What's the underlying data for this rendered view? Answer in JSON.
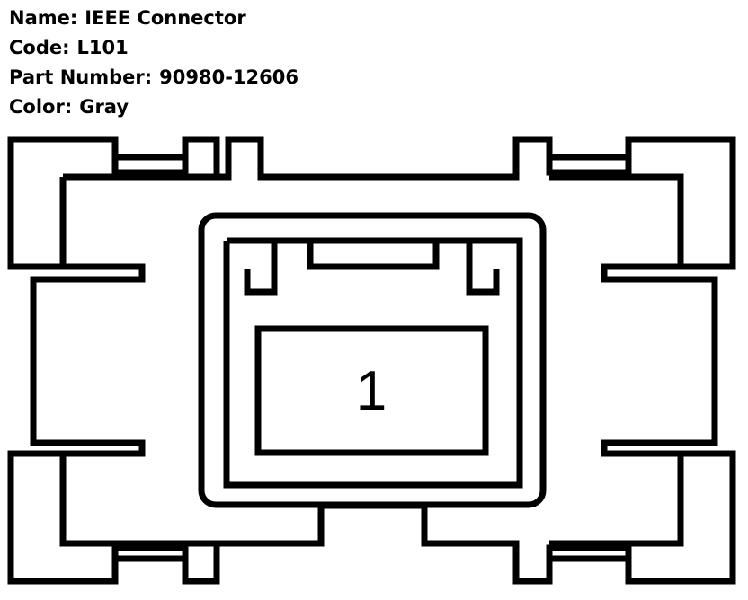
{
  "connector": {
    "name_label": "Name:",
    "name": "IEEE Connector",
    "code_label": "Code:",
    "code": "L101",
    "part_number_label": "Part Number:",
    "part_number": "90980-12606",
    "color_label": "Color:",
    "color": "Gray"
  },
  "pins": [
    {
      "number": "1"
    }
  ],
  "colors": {
    "stroke": "#000000",
    "background": "#ffffff"
  }
}
